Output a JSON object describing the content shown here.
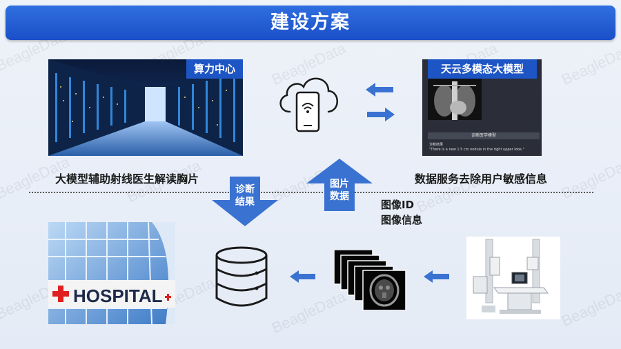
{
  "slide": {
    "title": "建设方案",
    "watermark": "BeagleData"
  },
  "compute_center": {
    "tag": "算力中心",
    "caption": "大模型辅助射线医生解读胸片"
  },
  "model": {
    "tag": "天云多模态大模型",
    "button_text": "诊断医学模型",
    "screen_caption": "诊断结果",
    "screen_quote": "\"There is a new 1.5 cm nodule in the right upper lobe.\"",
    "caption": "数据服务去除用户敏感信息"
  },
  "arrows": {
    "down_label_line1": "诊断",
    "down_label_line2": "结果",
    "up_label_line1": "图片",
    "up_label_line2": "数据"
  },
  "image_info": {
    "line1": "图像ID",
    "line2": "图像信息"
  },
  "hospital": {
    "sign_text": "HOSPITAL"
  },
  "colors": {
    "accent": "#1d55c4",
    "arrow": "#3a72d2",
    "title_bar": "#2260d6"
  }
}
